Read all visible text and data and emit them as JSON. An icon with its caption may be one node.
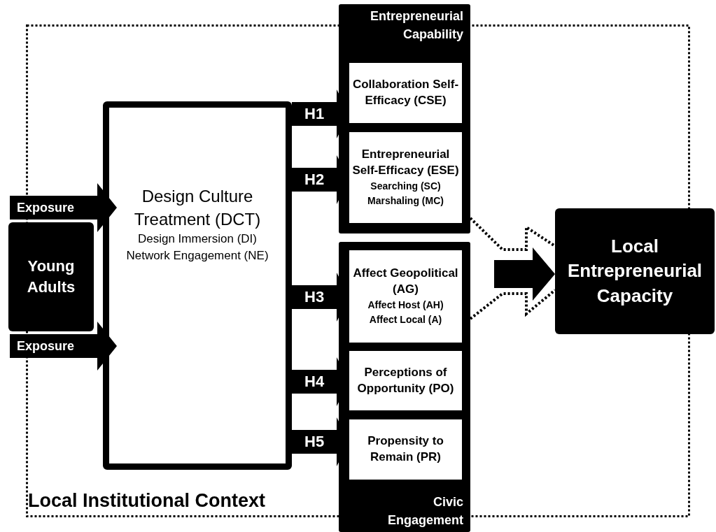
{
  "diagram": {
    "nodes": [
      {
        "text": [
          "Young Adults"
        ]
      },
      {
        "text": [
          "Design Culture Treatment (DCT)",
          "Design Immersion (DI)",
          "Network Engagement (NE)"
        ]
      },
      {
        "text": [
          "Entrepreneurial Capability"
        ]
      },
      {
        "text": [
          "Collaboration Self-Efficacy (CSE)"
        ],
        "in": 2
      },
      {
        "text": [
          "Entrepreneurial Self-Efficacy (ESE)",
          "Searching (SC)",
          "Marshaling (MC)"
        ],
        "in": 2
      },
      {
        "text": [
          "Civic Engagement"
        ]
      },
      {
        "text": [
          "Affect Geopolitical (AG)",
          "Affect Host (AH)",
          "Affect Local (A)"
        ],
        "in": 5
      },
      {
        "text": [
          "Perceptions of Opportunity (PO)"
        ],
        "in": 5
      },
      {
        "text": [
          "Propensity to Remain (PR)"
        ],
        "in": 5
      },
      {
        "text": [
          "Local Entrepreneurial Capacity"
        ]
      }
    ],
    "edges": [
      {
        "from": 0,
        "to": 1,
        "arrow": "to",
        "label": "Exposure"
      },
      {
        "from": 0,
        "to": 1,
        "arrow": "to",
        "label": "Exposure"
      },
      {
        "from": 1,
        "to": 3,
        "arrow": "to",
        "label": "H1"
      },
      {
        "from": 1,
        "to": 4,
        "arrow": "to",
        "label": "H2"
      },
      {
        "from": 1,
        "to": 6,
        "arrow": "to",
        "label": "H3"
      },
      {
        "from": 1,
        "to": 7,
        "arrow": "to",
        "label": "H4"
      },
      {
        "from": 1,
        "to": 8,
        "arrow": "to",
        "label": "H5"
      },
      {
        "from": 2,
        "to": 9,
        "arrow": "none",
        "style": "dashed"
      },
      {
        "from": 5,
        "to": 9,
        "arrow": "none",
        "style": "dashed"
      },
      {
        "from": null,
        "to": 9,
        "arrow": "to"
      }
    ],
    "labels": [
      "Local Institutional Context"
    ]
  }
}
